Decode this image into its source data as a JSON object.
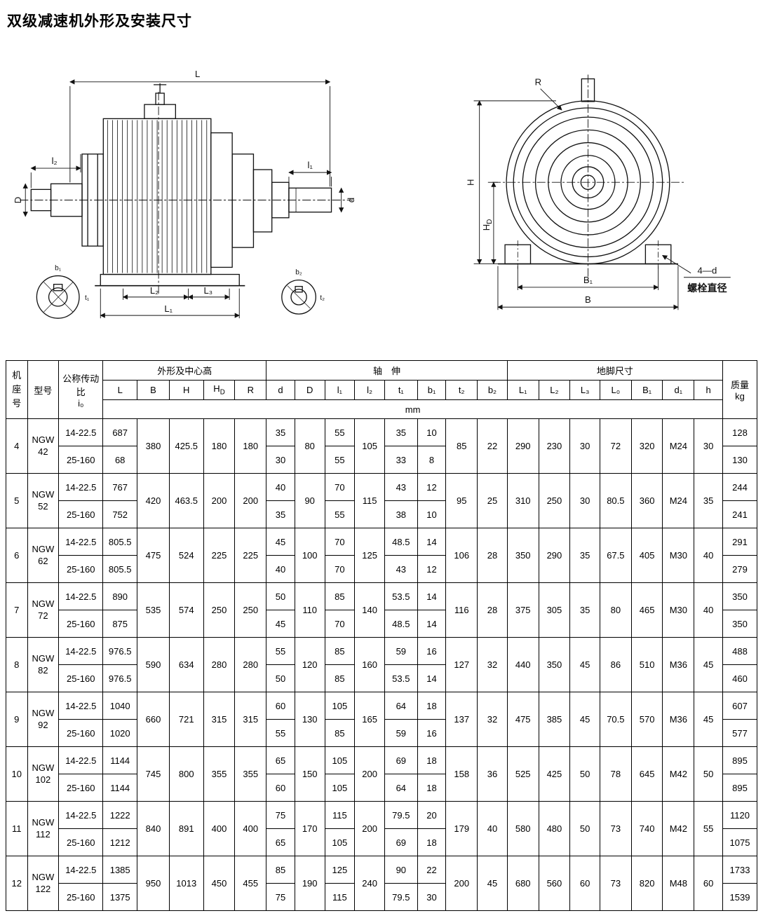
{
  "page": {
    "title": "双级减速机外形及安装尺寸"
  },
  "drawings": {
    "left": {
      "L": "L",
      "l2": "l₂",
      "l1": "l₁",
      "D": "D",
      "d": "d",
      "L2": "L₂",
      "L3": "L₃",
      "L1": "L₁",
      "b1": "b₁",
      "t1": "t₁",
      "b2": "b₂",
      "t2": "t₂"
    },
    "right": {
      "R": "R",
      "H": "H",
      "HD": "H_D",
      "B1": "B₁",
      "B": "B",
      "bolt": "4—d",
      "bolt_caption": "螺栓直径"
    }
  },
  "table": {
    "headers": {
      "frame": "机座号",
      "model": "型号",
      "ratio": "公称传动比",
      "ratio_sub": "i₀",
      "group_outline": "外形及中心高",
      "group_shaft": "轴　伸",
      "group_foot": "地脚尺寸",
      "mass": "质量",
      "mass_unit": "kg",
      "unit": "mm"
    },
    "columns": {
      "outline": [
        "L",
        "B",
        "H",
        "H_D",
        "R"
      ],
      "shaft": [
        "d",
        "D",
        "l₁",
        "l₂",
        "t₁",
        "b₁",
        "t₂",
        "b₂"
      ],
      "foot": [
        "L₁",
        "L₂",
        "L₃",
        "L₀",
        "B₁",
        "d₁",
        "h"
      ]
    },
    "rows": [
      {
        "frame": "4",
        "model": "NGW\n42",
        "B": "380",
        "H": "425.5",
        "HD": "180",
        "R": "180",
        "D": "80",
        "l2": "105",
        "t2": "85",
        "b2": "22",
        "L1": "290",
        "L2": "230",
        "L3": "30",
        "L0": "72",
        "B1": "320",
        "d1": "M24",
        "h": "30",
        "sub": [
          {
            "ratio": "14-22.5",
            "L": "687",
            "d": "35",
            "l1": "55",
            "t1": "35",
            "b1": "10",
            "mass": "128"
          },
          {
            "ratio": "25-160",
            "L": "68",
            "d": "30",
            "l1": "55",
            "t1": "33",
            "b1": "8",
            "mass": "130"
          }
        ]
      },
      {
        "frame": "5",
        "model": "NGW\n52",
        "B": "420",
        "H": "463.5",
        "HD": "200",
        "R": "200",
        "D": "90",
        "l2": "115",
        "t2": "95",
        "b2": "25",
        "L1": "310",
        "L2": "250",
        "L3": "30",
        "L0": "80.5",
        "B1": "360",
        "d1": "M24",
        "h": "35",
        "sub": [
          {
            "ratio": "14-22.5",
            "L": "767",
            "d": "40",
            "l1": "70",
            "t1": "43",
            "b1": "12",
            "mass": "244"
          },
          {
            "ratio": "25-160",
            "L": "752",
            "d": "35",
            "l1": "55",
            "t1": "38",
            "b1": "10",
            "mass": "241"
          }
        ]
      },
      {
        "frame": "6",
        "model": "NGW\n62",
        "B": "475",
        "H": "524",
        "HD": "225",
        "R": "225",
        "D": "100",
        "l2": "125",
        "t2": "106",
        "b2": "28",
        "L1": "350",
        "L2": "290",
        "L3": "35",
        "L0": "67.5",
        "B1": "405",
        "d1": "M30",
        "h": "40",
        "sub": [
          {
            "ratio": "14-22.5",
            "L": "805.5",
            "d": "45",
            "l1": "70",
            "t1": "48.5",
            "b1": "14",
            "mass": "291"
          },
          {
            "ratio": "25-160",
            "L": "805.5",
            "d": "40",
            "l1": "70",
            "t1": "43",
            "b1": "12",
            "mass": "279"
          }
        ]
      },
      {
        "frame": "7",
        "model": "NGW\n72",
        "B": "535",
        "H": "574",
        "HD": "250",
        "R": "250",
        "D": "110",
        "l2": "140",
        "t2": "116",
        "b2": "28",
        "L1": "375",
        "L2": "305",
        "L3": "35",
        "L0": "80",
        "B1": "465",
        "d1": "M30",
        "h": "40",
        "sub": [
          {
            "ratio": "14-22.5",
            "L": "890",
            "d": "50",
            "l1": "85",
            "t1": "53.5",
            "b1": "14",
            "mass": "350"
          },
          {
            "ratio": "25-160",
            "L": "875",
            "d": "45",
            "l1": "70",
            "t1": "48.5",
            "b1": "14",
            "mass": "350"
          }
        ]
      },
      {
        "frame": "8",
        "model": "NGW\n82",
        "B": "590",
        "H": "634",
        "HD": "280",
        "R": "280",
        "D": "120",
        "l2": "160",
        "t2": "127",
        "b2": "32",
        "L1": "440",
        "L2": "350",
        "L3": "45",
        "L0": "86",
        "B1": "510",
        "d1": "M36",
        "h": "45",
        "sub": [
          {
            "ratio": "14-22.5",
            "L": "976.5",
            "d": "55",
            "l1": "85",
            "t1": "59",
            "b1": "16",
            "mass": "488"
          },
          {
            "ratio": "25-160",
            "L": "976.5",
            "d": "50",
            "l1": "85",
            "t1": "53.5",
            "b1": "14",
            "mass": "460"
          }
        ]
      },
      {
        "frame": "9",
        "model": "NGW\n92",
        "B": "660",
        "H": "721",
        "HD": "315",
        "R": "315",
        "D": "130",
        "l2": "165",
        "t2": "137",
        "b2": "32",
        "L1": "475",
        "L2": "385",
        "L3": "45",
        "L0": "70.5",
        "B1": "570",
        "d1": "M36",
        "h": "45",
        "sub": [
          {
            "ratio": "14-22.5",
            "L": "1040",
            "d": "60",
            "l1": "105",
            "t1": "64",
            "b1": "18",
            "mass": "607"
          },
          {
            "ratio": "25-160",
            "L": "1020",
            "d": "55",
            "l1": "85",
            "t1": "59",
            "b1": "16",
            "mass": "577"
          }
        ]
      },
      {
        "frame": "10",
        "model": "NGW\n102",
        "B": "745",
        "H": "800",
        "HD": "355",
        "R": "355",
        "D": "150",
        "l2": "200",
        "t2": "158",
        "b2": "36",
        "L1": "525",
        "L2": "425",
        "L3": "50",
        "L0": "78",
        "B1": "645",
        "d1": "M42",
        "h": "50",
        "sub": [
          {
            "ratio": "14-22.5",
            "L": "1144",
            "d": "65",
            "l1": "105",
            "t1": "69",
            "b1": "18",
            "mass": "895"
          },
          {
            "ratio": "25-160",
            "L": "1144",
            "d": "60",
            "l1": "105",
            "t1": "64",
            "b1": "18",
            "mass": "895"
          }
        ]
      },
      {
        "frame": "11",
        "model": "NGW\n112",
        "B": "840",
        "H": "891",
        "HD": "400",
        "R": "400",
        "D": "170",
        "l2": "200",
        "t2": "179",
        "b2": "40",
        "L1": "580",
        "L2": "480",
        "L3": "50",
        "L0": "73",
        "B1": "740",
        "d1": "M42",
        "h": "55",
        "sub": [
          {
            "ratio": "14-22.5",
            "L": "1222",
            "d": "75",
            "l1": "115",
            "t1": "79.5",
            "b1": "20",
            "mass": "1120"
          },
          {
            "ratio": "25-160",
            "L": "1212",
            "d": "65",
            "l1": "105",
            "t1": "69",
            "b1": "18",
            "mass": "1075"
          }
        ]
      },
      {
        "frame": "12",
        "model": "NGW\n122",
        "B": "950",
        "H": "1013",
        "HD": "450",
        "R": "455",
        "D": "190",
        "l2": "240",
        "t2": "200",
        "b2": "45",
        "L1": "680",
        "L2": "560",
        "L3": "60",
        "L0": "73",
        "B1": "820",
        "d1": "M48",
        "h": "60",
        "sub": [
          {
            "ratio": "14-22.5",
            "L": "1385",
            "d": "85",
            "l1": "125",
            "t1": "90",
            "b1": "22",
            "mass": "1733"
          },
          {
            "ratio": "25-160",
            "L": "1375",
            "d": "75",
            "l1": "115",
            "t1": "79.5",
            "b1": "30",
            "mass": "1539"
          }
        ]
      }
    ]
  }
}
